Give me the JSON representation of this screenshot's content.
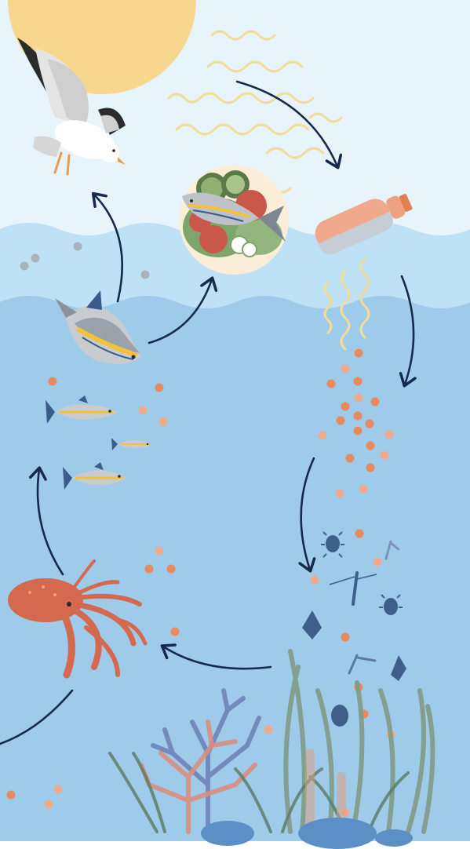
{
  "diagram": {
    "kind": "plastic-food-chain-cycle",
    "labels": [],
    "colors": {
      "sky": "#e8f4fb",
      "sun": "#f7d68e",
      "water_surface": "#bfe1f5",
      "water_deep": "#9ecbea",
      "arrow": "#15294a",
      "microplastic": "#e88a5c",
      "microplastic_light": "#f0a98a",
      "grey_particle": "#a9b3bb",
      "bottle": "#f0a98c",
      "octopus": "#d4694e",
      "tuna_body": "#c8ccd0",
      "tuna_stripe": "#f2c23a",
      "plankton": "#3e5f8a",
      "coral_red": "#d98f80",
      "coral_blue": "#6f85b8",
      "seaweed": "#7f9b86",
      "rock": "#5b8fc5"
    },
    "icons": [
      "sun-icon",
      "seagull-icon",
      "fish-plate-icon",
      "plastic-bottle-icon",
      "uv-rays-icon",
      "tuna-icon",
      "small-fish-icon",
      "octopus-icon",
      "plankton-icon",
      "coral-icon",
      "seaweed-icon",
      "rock-icon",
      "microplastic-particle-icon",
      "cycle-arrow-icon"
    ],
    "stages": [
      {
        "id": "sunlight",
        "icon": "sun-icon"
      },
      {
        "id": "uv-degradation",
        "icon": "uv-rays-icon"
      },
      {
        "id": "plastic-bottle",
        "icon": "plastic-bottle-icon"
      },
      {
        "id": "microplastics",
        "icon": "microplastic-particle-icon"
      },
      {
        "id": "plankton",
        "icon": "plankton-icon"
      },
      {
        "id": "octopus",
        "icon": "octopus-icon"
      },
      {
        "id": "small-fish",
        "icon": "small-fish-icon"
      },
      {
        "id": "tuna",
        "icon": "tuna-icon"
      },
      {
        "id": "seafood-plate",
        "icon": "fish-plate-icon"
      },
      {
        "id": "seagull",
        "icon": "seagull-icon"
      }
    ],
    "flow": [
      {
        "from": "uv-degradation",
        "to": "plastic-bottle"
      },
      {
        "from": "plastic-bottle",
        "to": "microplastics"
      },
      {
        "from": "microplastics",
        "to": "plankton"
      },
      {
        "from": "plankton",
        "to": "octopus"
      },
      {
        "from": "octopus",
        "to": "small-fish"
      },
      {
        "from": "tuna",
        "to": "seagull"
      },
      {
        "from": "tuna",
        "to": "seafood-plate"
      }
    ]
  }
}
